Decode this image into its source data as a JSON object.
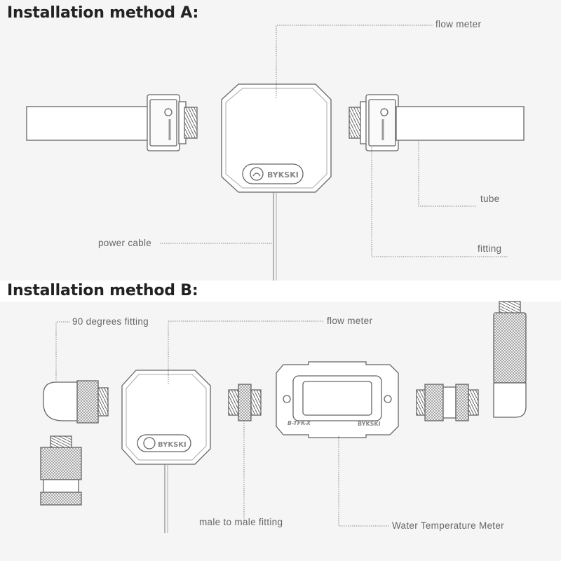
{
  "sections": [
    {
      "heading": "Installation method A:",
      "labels": {
        "flow_meter": "flow meter",
        "tube": "tube",
        "fitting": "fitting",
        "power_cable": "power cable"
      },
      "device_logo_text": "BYKSKI"
    },
    {
      "heading": "Installation method B:",
      "labels": {
        "ninety_degrees_fitting": "90 degrees fitting",
        "flow_meter": "flow meter",
        "male_to_male_fitting": "male to male fitting",
        "water_temperature_meter": "Water Temperature Meter"
      },
      "device_logo_text": "BYKSKI",
      "temp_meter_model": "B-TFK-X"
    }
  ]
}
